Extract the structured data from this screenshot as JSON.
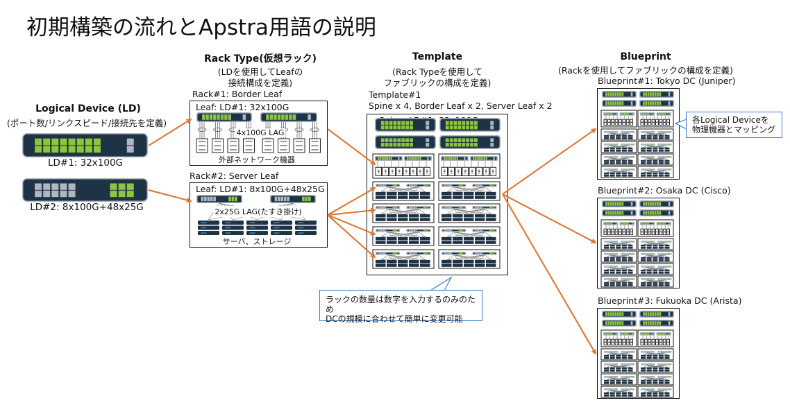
{
  "title": "初期構築の流れとApstra用語の説明",
  "colors": {
    "arrow": "#E07B39",
    "device_body": "#1f3347",
    "port_active": "#8cc63f",
    "port_inactive": "#b0b7c0",
    "callout_border": "#3d7cc9"
  },
  "logical_device": {
    "heading": "Logical Device (LD)",
    "subtitle": "(ポート数/リンクスピード/接続先を定義)",
    "devices": [
      {
        "label": "LD#1: 32x100G",
        "icon": "switch-icon"
      },
      {
        "label": "LD#2: 8x100G+48x25G",
        "icon": "switch-icon"
      }
    ]
  },
  "rack_type": {
    "heading": "Rack Type(仮想ラック)",
    "subtitle_1": "(LDを使用してLeafの",
    "subtitle_2": "接続構成を定義)",
    "racks": [
      {
        "name": "Rack#1: Border Leaf",
        "leaf": "Leaf: LD#1: 32x100G",
        "link": "4x100G LAG",
        "endpoint": "外部ネットワーク機器"
      },
      {
        "name": "Rack#2: Server Leaf",
        "leaf": "Leaf: LD#1: 8x100G+48x25G",
        "link": "2x25G LAG(たすき掛け)",
        "endpoint": "サーバ、ストレージ"
      }
    ]
  },
  "template": {
    "heading": "Template",
    "subtitle_1": "(Rack Typeを使用して",
    "subtitle_2": "ファブリックの構成を定義)",
    "name": "Template#1",
    "composition": "Spine x 4, Border Leaf x 2, Server Leaf x 2",
    "spine": "Spine: LD#1: 32x100G",
    "callout_1": "ラックの数量は数字を入力するのみのため",
    "callout_2": "DCの規模に合わせて簡単に変更可能"
  },
  "blueprint": {
    "heading": "Blueprint",
    "subtitle": "(Rackを使用してファブリックの構成を定義)",
    "items": [
      {
        "name": "Blueprint#1: Tokyo DC (Juniper)"
      },
      {
        "name": "Blueprint#2: Osaka DC (Cisco)"
      },
      {
        "name": "Blueprint#3: Fukuoka DC (Arista)"
      }
    ],
    "callout_1": "各Logical Deviceを",
    "callout_2": "物理機器とマッピング"
  }
}
